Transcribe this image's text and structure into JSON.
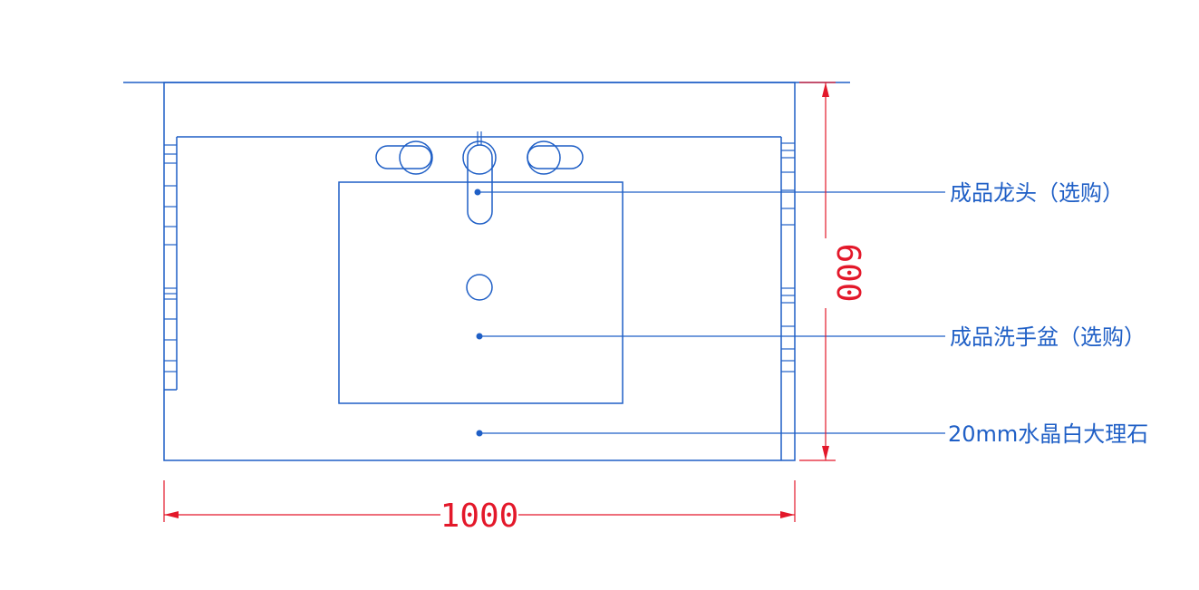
{
  "dimensions": {
    "width_label": "1000",
    "height_label": "600"
  },
  "callouts": [
    {
      "id": "faucet",
      "label": "成品龙头（选购）"
    },
    {
      "id": "basin",
      "label": "成品洗手盆（选购）"
    },
    {
      "id": "marble",
      "label": "20mm水晶白大理石"
    }
  ],
  "colors": {
    "line": "#1f5fc6",
    "dimension": "#e3182a",
    "background": "#ffffff"
  }
}
